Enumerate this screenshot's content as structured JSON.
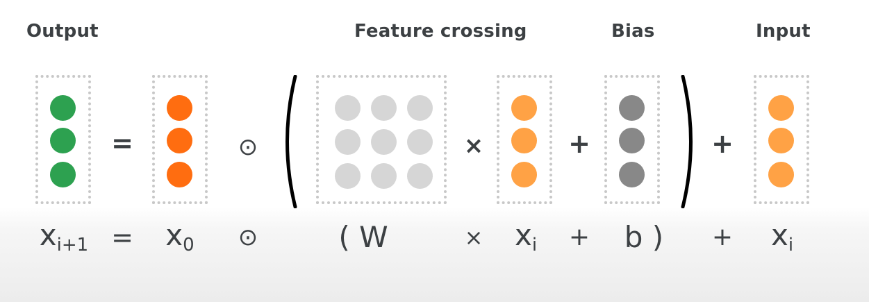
{
  "headers": {
    "output": "Output",
    "feature_crossing": "Feature crossing",
    "bias": "Bias",
    "input": "Input"
  },
  "colors": {
    "output_dot": "#2da150",
    "x0_dot": "#ff6d10",
    "xi_dot": "#ffa245",
    "weight_dot": "#d6d6d6",
    "bias_dot": "#888888",
    "box_border": "#c8c8c8",
    "text": "#3c4043"
  },
  "diagram_ops": {
    "equals": "=",
    "hadamard": "⊙",
    "times": "×",
    "plus1": "+",
    "plus2": "+"
  },
  "formula": {
    "lhs_base": "x",
    "lhs_sub": "i+1",
    "equals": "=",
    "x0_base": "x",
    "x0_sub": "0",
    "hadamard": "⊙",
    "open_paren_w": "( W",
    "times": "×",
    "xi_base": "x",
    "xi_sub": "i",
    "plus": "+",
    "b_close": "b )",
    "plus2": "+",
    "xi2_base": "x",
    "xi2_sub": "i"
  }
}
